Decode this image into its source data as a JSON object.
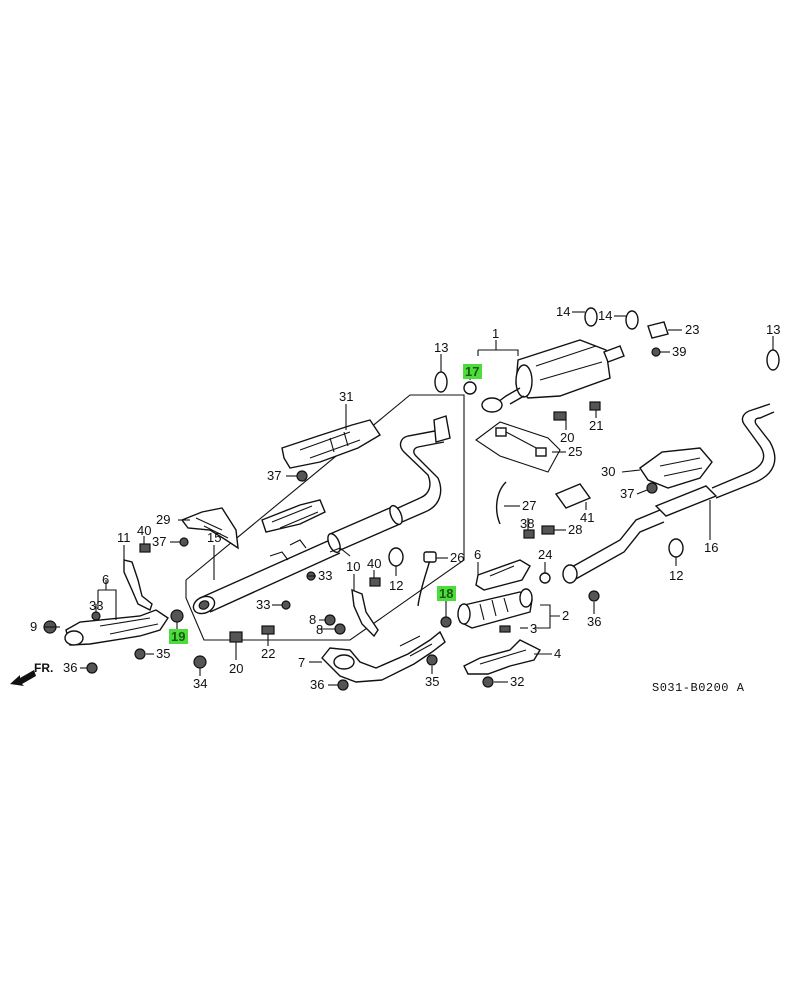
{
  "diagram": {
    "code": "S031-B0200 A",
    "front_marker": "FR.",
    "highlight_color": "#4cdc3c",
    "callouts": [
      {
        "id": "c1",
        "label": "1"
      },
      {
        "id": "c2",
        "label": "2"
      },
      {
        "id": "c3",
        "label": "3"
      },
      {
        "id": "c4",
        "label": "4"
      },
      {
        "id": "c6a",
        "label": "6"
      },
      {
        "id": "c6b",
        "label": "6"
      },
      {
        "id": "c7",
        "label": "7"
      },
      {
        "id": "c8a",
        "label": "8"
      },
      {
        "id": "c8b",
        "label": "8"
      },
      {
        "id": "c9",
        "label": "9"
      },
      {
        "id": "c10",
        "label": "10"
      },
      {
        "id": "c11",
        "label": "11"
      },
      {
        "id": "c12a",
        "label": "12"
      },
      {
        "id": "c12b",
        "label": "12"
      },
      {
        "id": "c13a",
        "label": "13"
      },
      {
        "id": "c13b",
        "label": "13"
      },
      {
        "id": "c14a",
        "label": "14"
      },
      {
        "id": "c14b",
        "label": "14"
      },
      {
        "id": "c15",
        "label": "15"
      },
      {
        "id": "c16",
        "label": "16"
      },
      {
        "id": "c17",
        "label": "17",
        "highlighted": true
      },
      {
        "id": "c18",
        "label": "18",
        "highlighted": true
      },
      {
        "id": "c19",
        "label": "19",
        "highlighted": true
      },
      {
        "id": "c20a",
        "label": "20"
      },
      {
        "id": "c20b",
        "label": "20"
      },
      {
        "id": "c21",
        "label": "21"
      },
      {
        "id": "c22",
        "label": "22"
      },
      {
        "id": "c23",
        "label": "23"
      },
      {
        "id": "c24",
        "label": "24"
      },
      {
        "id": "c25",
        "label": "25"
      },
      {
        "id": "c26",
        "label": "26"
      },
      {
        "id": "c27",
        "label": "27"
      },
      {
        "id": "c28",
        "label": "28"
      },
      {
        "id": "c29",
        "label": "29"
      },
      {
        "id": "c30",
        "label": "30"
      },
      {
        "id": "c31",
        "label": "31"
      },
      {
        "id": "c32",
        "label": "32"
      },
      {
        "id": "c33a",
        "label": "33"
      },
      {
        "id": "c33b",
        "label": "33"
      },
      {
        "id": "c33c",
        "label": "33"
      },
      {
        "id": "c34",
        "label": "34"
      },
      {
        "id": "c35a",
        "label": "35"
      },
      {
        "id": "c35b",
        "label": "35"
      },
      {
        "id": "c36a",
        "label": "36"
      },
      {
        "id": "c36b",
        "label": "36"
      },
      {
        "id": "c36c",
        "label": "36"
      },
      {
        "id": "c37a",
        "label": "37"
      },
      {
        "id": "c37b",
        "label": "37"
      },
      {
        "id": "c37c",
        "label": "37"
      },
      {
        "id": "c38",
        "label": "38"
      },
      {
        "id": "c39",
        "label": "39"
      },
      {
        "id": "c40a",
        "label": "40"
      },
      {
        "id": "c40b",
        "label": "40"
      },
      {
        "id": "c41",
        "label": "41"
      }
    ]
  }
}
